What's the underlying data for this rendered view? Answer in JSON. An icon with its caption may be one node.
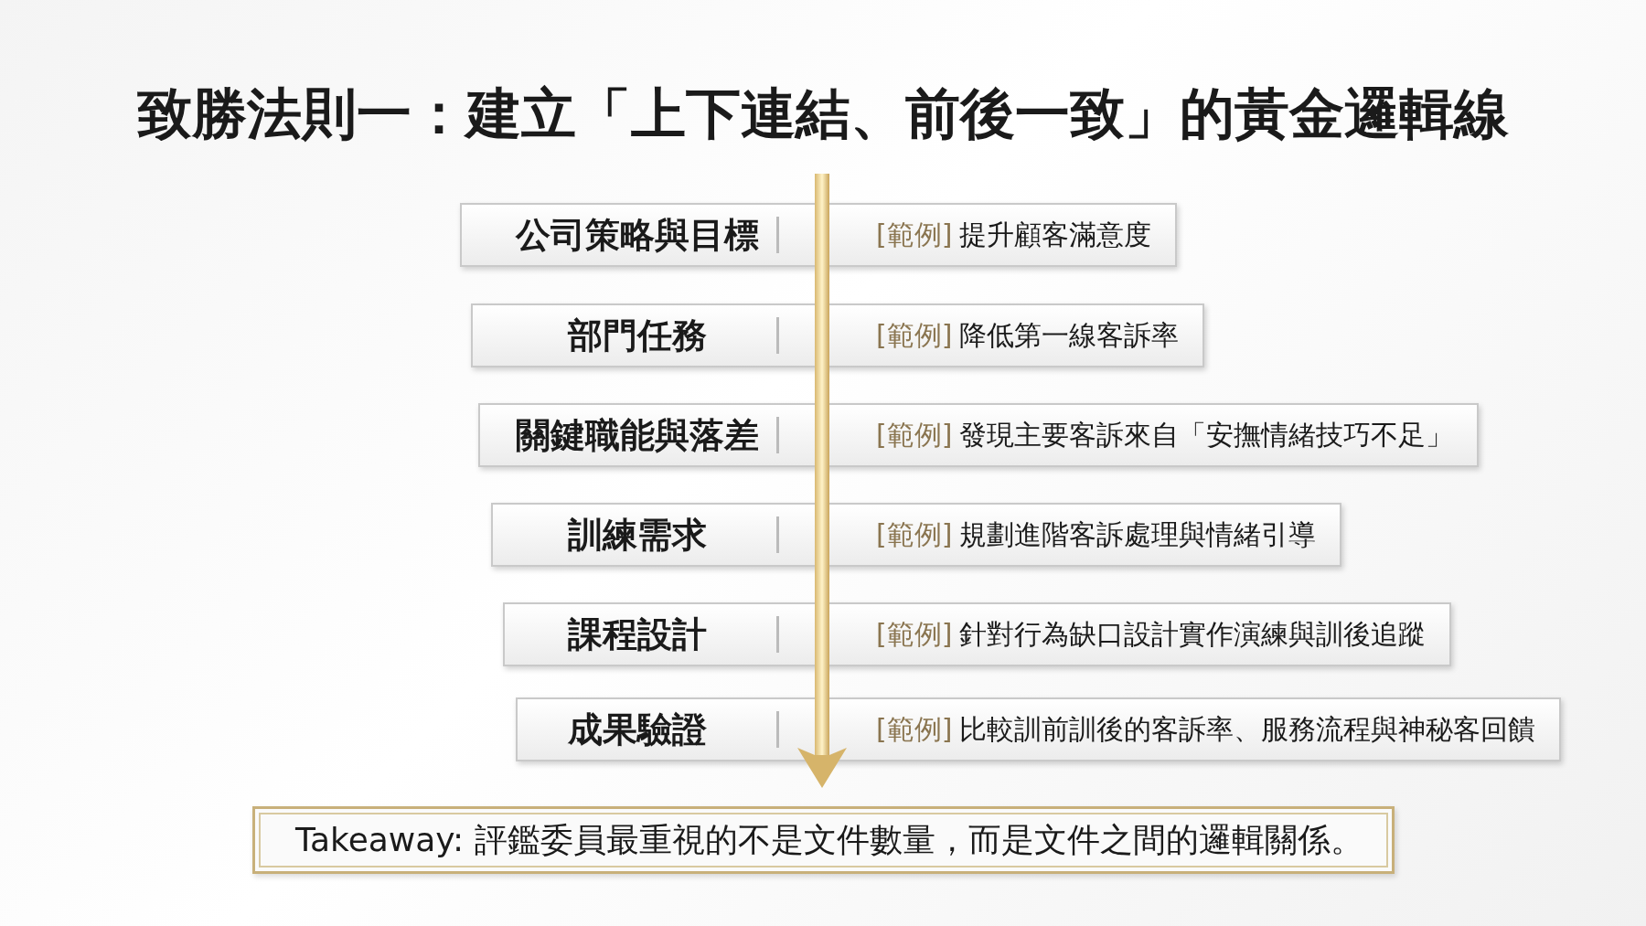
{
  "diagram": {
    "title": "致勝法則一：建立「上下連結、前後一致」的黃金邏輯線",
    "nodes": [
      {
        "text": [
          "公司策略與目標",
          "[範例]",
          "提升顧客滿意度"
        ]
      },
      {
        "text": [
          "部門任務",
          "[範例]",
          "降低第一線客訴率"
        ]
      },
      {
        "text": [
          "關鍵職能與落差",
          "[範例]",
          "發現主要客訴來自「安撫情緒技巧不足」"
        ]
      },
      {
        "text": [
          "訓練需求",
          "[範例]",
          "規劃進階客訴處理與情緒引導"
        ]
      },
      {
        "text": [
          "課程設計",
          "[範例]",
          "針對行為缺口設計實作演練與訓後追蹤"
        ]
      },
      {
        "text": [
          "成果驗證",
          "[範例]",
          "比較訓前訓後的客訴率、服務流程與神秘客回饋"
        ]
      },
      {
        "text": [
          "Takeaway: 評鑑委員最重視的不是文件數量，而是文件之間的邏輯關係。"
        ]
      }
    ]
  }
}
